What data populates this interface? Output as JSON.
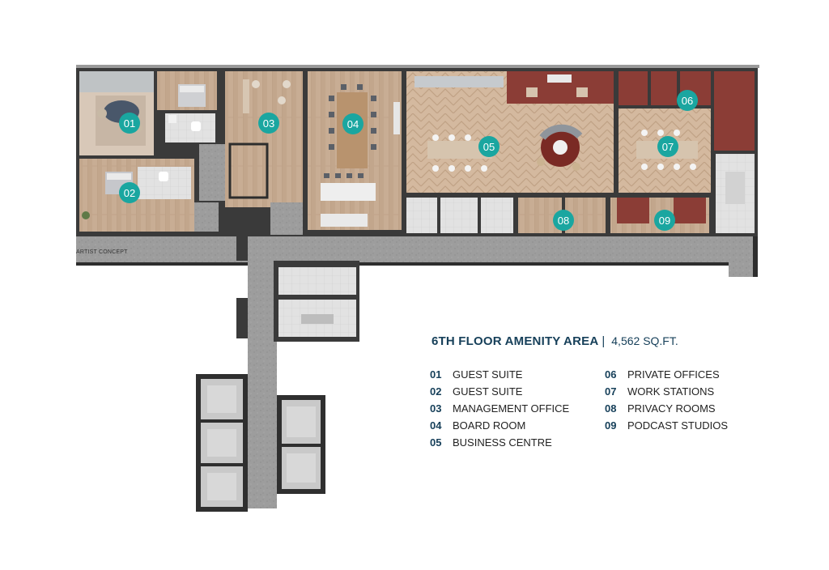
{
  "caption": "ARTIST CONCEPT",
  "title": "6TH FLOOR AMENITY AREA",
  "title_separator": "|",
  "area": "4,562 SQ.FT.",
  "accent_color": "#1aa6a0",
  "legend_left": [
    {
      "num": "01",
      "label": "GUEST SUITE"
    },
    {
      "num": "02",
      "label": "GUEST SUITE"
    },
    {
      "num": "03",
      "label": "MANAGEMENT OFFICE"
    },
    {
      "num": "04",
      "label": "BOARD ROOM"
    },
    {
      "num": "05",
      "label": "BUSINESS CENTRE"
    }
  ],
  "legend_right": [
    {
      "num": "06",
      "label": "PRIVATE OFFICES"
    },
    {
      "num": "07",
      "label": "WORK STATIONS"
    },
    {
      "num": "08",
      "label": "PRIVACY ROOMS"
    },
    {
      "num": "09",
      "label": "PODCAST STUDIOS"
    }
  ],
  "markers": [
    "01",
    "02",
    "03",
    "04",
    "05",
    "06",
    "07",
    "08",
    "09"
  ]
}
